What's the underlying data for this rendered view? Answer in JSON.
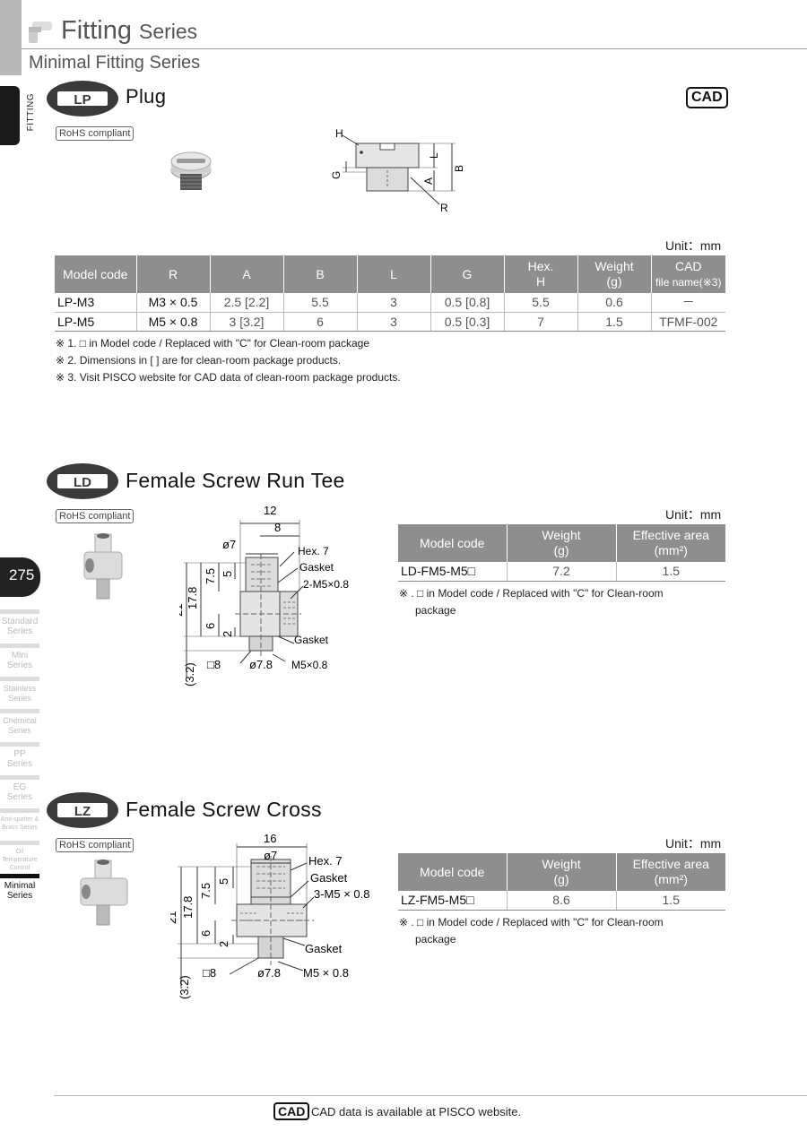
{
  "header": {
    "title": "Fitting",
    "title_suffix": "Series",
    "subtitle": "Minimal Fitting Series"
  },
  "side": {
    "category_label": "FITTING",
    "page_number": "275",
    "items": [
      {
        "label": "Standard Series"
      },
      {
        "label": "Mini Series"
      },
      {
        "label": "Stainless Series"
      },
      {
        "label": "Chemical Series"
      },
      {
        "label": "PP Series"
      },
      {
        "label": "EG Series"
      },
      {
        "label": "Anti-spatter & Brass Series"
      },
      {
        "label": "Oil Temperature Control"
      },
      {
        "label": "Minimal Series",
        "active": true
      }
    ]
  },
  "sections": {
    "lp": {
      "badge": "LP",
      "title": "Plug",
      "rohs": "RoHS compliant",
      "cad_badge": "CAD",
      "unit": "Unit：mm",
      "dims": {
        "H": "H",
        "G": "G",
        "L": "L",
        "B": "B",
        "A": "A",
        "R": "R"
      },
      "headers": {
        "model": "Model code",
        "r": "R",
        "a": "A",
        "b": "B",
        "l": "L",
        "g": "G",
        "hex": "Hex.",
        "hex2": "H",
        "weight": "Weight",
        "weight2": "(g)",
        "cad": "CAD",
        "cad2": "file name(※3)"
      },
      "rows": [
        {
          "model": "LP-M3",
          "r": "M3 × 0.5",
          "a": "2.5 [2.2]",
          "b": "5.5",
          "l": "3",
          "g": "0.5 [0.8]",
          "h": "5.5",
          "weight": "0.6",
          "cad": "－"
        },
        {
          "model": "LP-M5",
          "r": "M5 × 0.8",
          "a": "3 [3.2]",
          "b": "6",
          "l": "3",
          "g": "0.5 [0.3]",
          "h": "7",
          "weight": "1.5",
          "cad": "TFMF-002"
        }
      ],
      "notes": [
        "※ 1. □ in Model code / Replaced with \"C\" for Clean-room package",
        "※ 2. Dimensions in [ ] are for clean-room package products.",
        "※ 3. Visit PISCO website for CAD data of clean-room package products."
      ]
    },
    "ld": {
      "badge": "LD",
      "title": "Female Screw Run Tee",
      "rohs": "RoHS compliant",
      "unit": "Unit：mm",
      "dims": {
        "d12": "12",
        "d8": "8",
        "phi7": "ø7",
        "hex": "Hex. 7",
        "gasket1": "Gasket",
        "thread": "2-M5×0.8",
        "gasket2": "Gasket",
        "d21": "21",
        "d178": "17.8",
        "d75": "7.5",
        "d5": "5",
        "d6": "6",
        "d2": "2",
        "d32": "(3.2)",
        "sq8": "□8",
        "phi78": "ø7.8",
        "m5": "M5×0.8"
      },
      "headers": {
        "model": "Model code",
        "weight": "Weight",
        "weight2": "(g)",
        "area": "Effective area",
        "area2": "(mm²)"
      },
      "rows": [
        {
          "model": "LD-FM5-M5□",
          "weight": "7.2",
          "area": "1.5"
        }
      ],
      "notes": [
        "※ . □ in Model code / Replaced with \"C\" for Clean-room",
        "package"
      ]
    },
    "lz": {
      "badge": "LZ",
      "title": "Female Screw Cross",
      "rohs": "RoHS compliant",
      "unit": "Unit：mm",
      "dims": {
        "d16": "16",
        "phi7": "ø7",
        "hex": "Hex. 7",
        "gasket1": "Gasket",
        "thread": "3-M5 × 0.8",
        "gasket2": "Gasket",
        "d21": "21",
        "d178": "17.8",
        "d75": "7.5",
        "d5": "5",
        "d6": "6",
        "d2": "2",
        "d32": "(3.2)",
        "sq8": "□8",
        "phi78": "ø7.8",
        "m5": "M5 × 0.8"
      },
      "headers": {
        "model": "Model code",
        "weight": "Weight",
        "weight2": "(g)",
        "area": "Effective area",
        "area2": "(mm²)"
      },
      "rows": [
        {
          "model": "LZ-FM5-M5□",
          "weight": "8.6",
          "area": "1.5"
        }
      ],
      "notes": [
        "※ . □ in Model code / Replaced with \"C\" for Clean-room",
        "package"
      ]
    }
  },
  "footer": {
    "cad": "CAD",
    "text": "CAD data is available at PISCO website."
  }
}
